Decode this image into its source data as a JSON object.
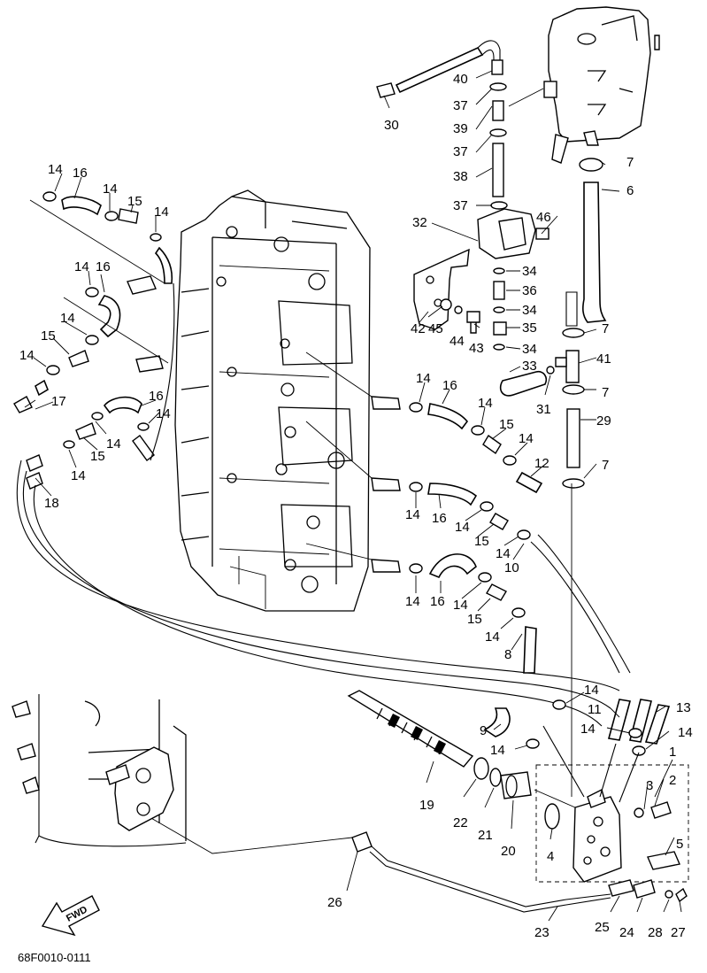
{
  "drawing_code": "68F0010-0111",
  "fwd_label": "FWD",
  "callouts": [
    "1",
    "2",
    "3",
    "4",
    "5",
    "6",
    "7",
    "8",
    "9",
    "10",
    "11",
    "12",
    "13",
    "14",
    "15",
    "16",
    "17",
    "18",
    "19",
    "20",
    "21",
    "22",
    "23",
    "24",
    "25",
    "26",
    "27",
    "28",
    "29",
    "30",
    "31",
    "32",
    "33",
    "34",
    "35",
    "36",
    "37",
    "38",
    "39",
    "40",
    "41",
    "42",
    "43",
    "44",
    "45",
    "46"
  ]
}
